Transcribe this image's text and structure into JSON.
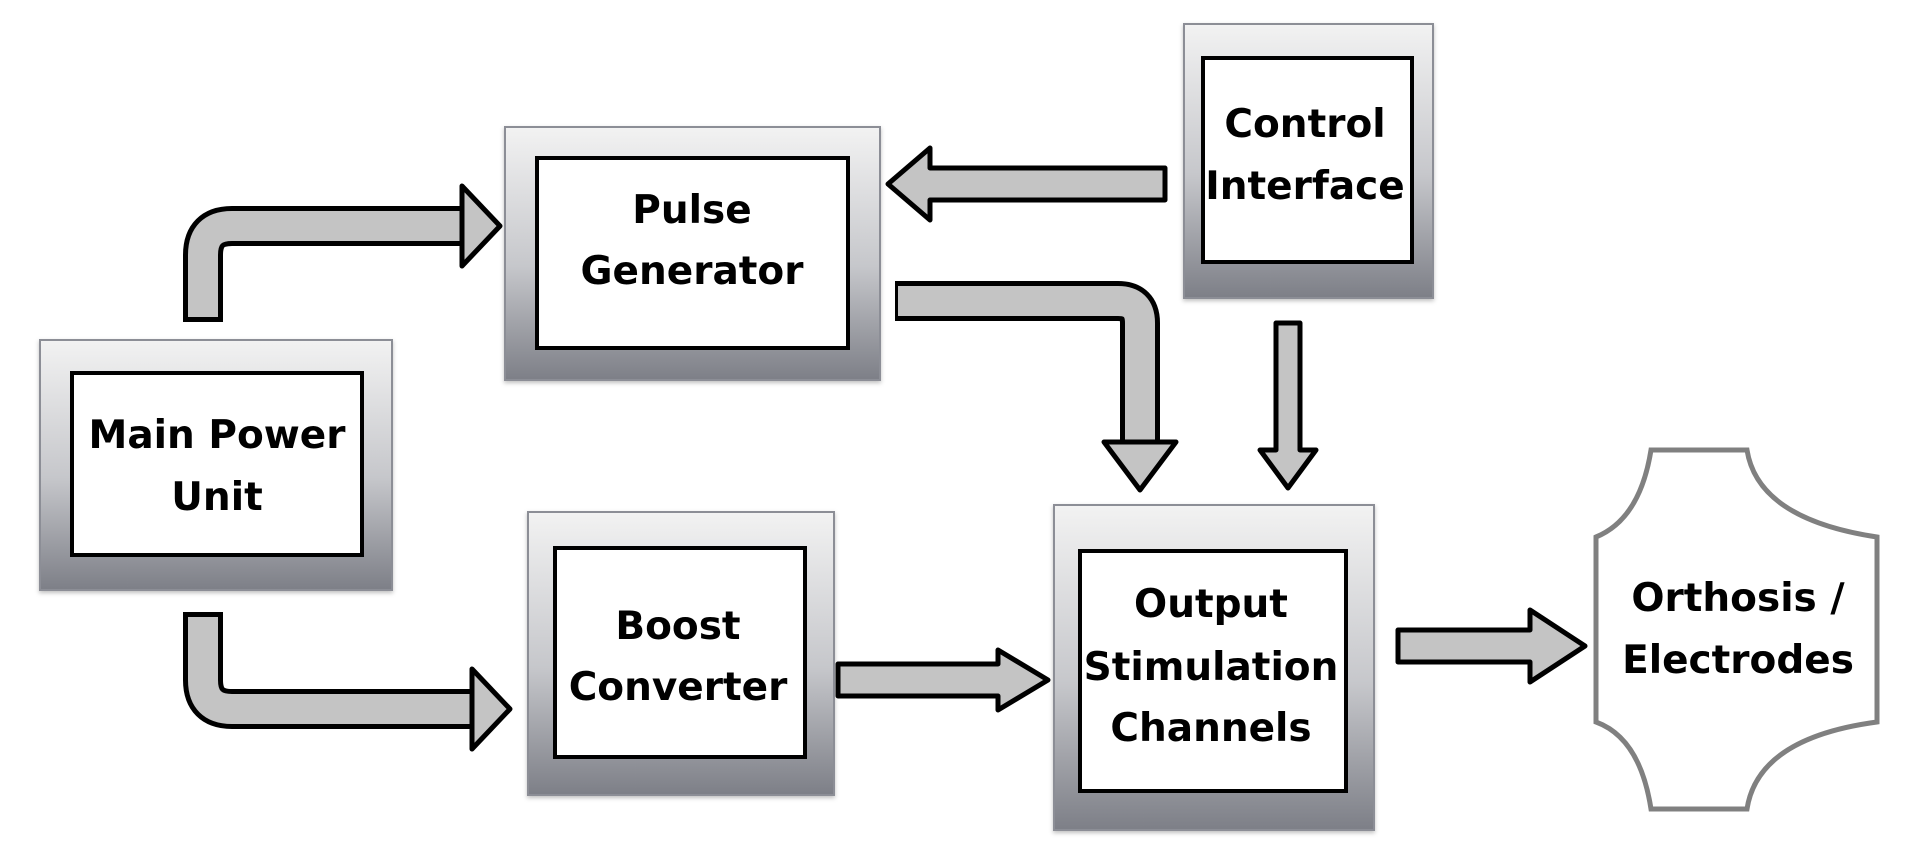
{
  "nodes": {
    "main_power_unit": {
      "lines": [
        "Main Power",
        "Unit"
      ]
    },
    "pulse_generator": {
      "lines": [
        "Pulse",
        "Generator"
      ]
    },
    "control_interface": {
      "lines": [
        "Control",
        "Interface"
      ]
    },
    "boost_converter": {
      "lines": [
        "Boost",
        "Converter"
      ]
    },
    "output_stimulation_channels": {
      "lines": [
        "Output",
        "Stimulation",
        "Channels"
      ]
    },
    "orthosis_electrodes": {
      "lines": [
        "Orthosis /",
        "Electrodes"
      ]
    }
  },
  "edges": [
    {
      "from": "main_power_unit",
      "to": "pulse_generator"
    },
    {
      "from": "main_power_unit",
      "to": "boost_converter"
    },
    {
      "from": "control_interface",
      "to": "pulse_generator"
    },
    {
      "from": "pulse_generator",
      "to": "output_stimulation_channels"
    },
    {
      "from": "control_interface",
      "to": "output_stimulation_channels"
    },
    {
      "from": "boost_converter",
      "to": "output_stimulation_channels"
    },
    {
      "from": "output_stimulation_channels",
      "to": "orthosis_electrodes"
    }
  ],
  "colors": {
    "frame_gradient": [
      "#f2f2f2",
      "#c6c7cb",
      "#7d7f87"
    ],
    "frame_border": "#8c8e96",
    "inner_fill": "#ffffff",
    "inner_border": "#000000",
    "arrow_fill": "#c4c4c4",
    "arrow_stroke": "#000000",
    "octagon_stroke": "#808080"
  }
}
